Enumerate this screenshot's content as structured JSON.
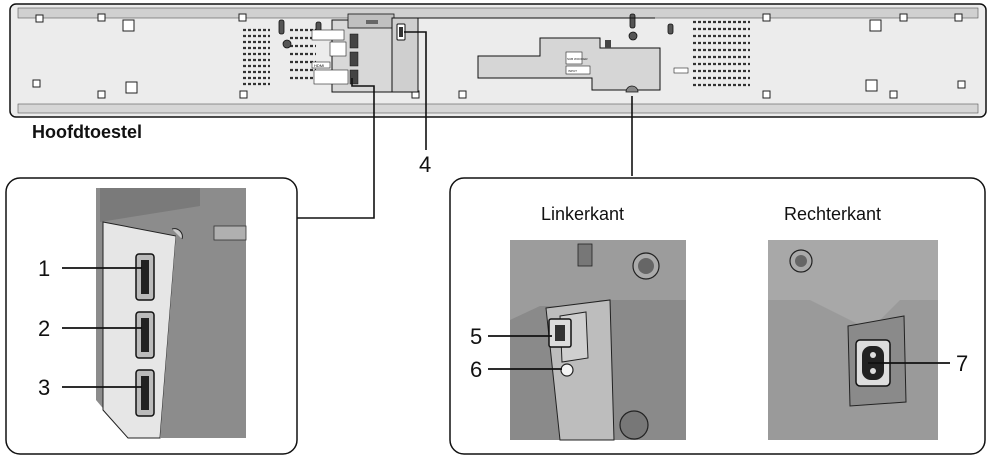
{
  "title": "Hoofdtoestel",
  "callouts": [
    "1",
    "2",
    "3",
    "4",
    "5",
    "6",
    "7"
  ],
  "panels": {
    "left_side": "Linkerkant",
    "right_side": "Rechterkant"
  },
  "unit_labels": {
    "hdmi": "HDMI",
    "subwoofer": "SUB WOOFER",
    "input": "INPUT"
  },
  "colors": {
    "body": "#ececec",
    "panel": "#d2d2d2",
    "dark": "#7d7d7d",
    "outline": "#111111"
  }
}
